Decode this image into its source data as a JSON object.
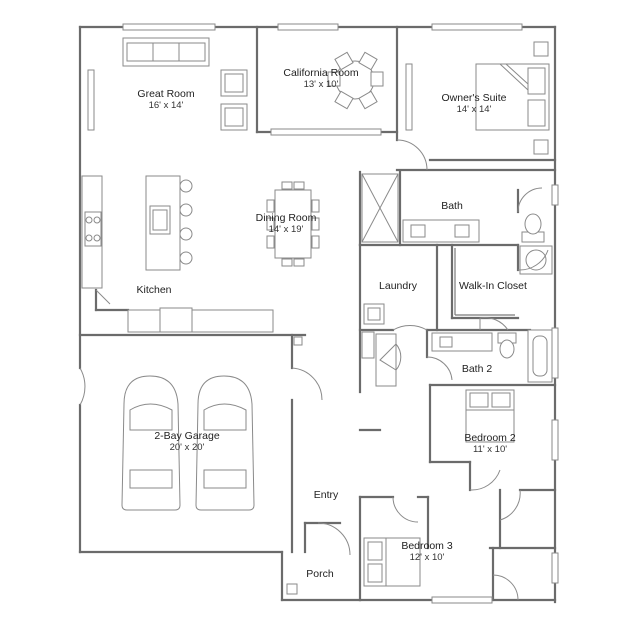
{
  "rooms": {
    "great_room": {
      "name": "Great Room",
      "size": "16' x 14'"
    },
    "california_room": {
      "name": "California Room",
      "size": "13' x 10'"
    },
    "owners_suite": {
      "name": "Owner's Suite",
      "size": "14' x 14'"
    },
    "bath": {
      "name": "Bath"
    },
    "dining_room": {
      "name": "Dining Room",
      "size": "14' x 19'"
    },
    "kitchen": {
      "name": "Kitchen"
    },
    "laundry": {
      "name": "Laundry"
    },
    "walk_in_closet": {
      "name": "Walk-In Closet"
    },
    "bath2": {
      "name": "Bath 2"
    },
    "garage": {
      "name": "2-Bay Garage",
      "size": "20' x 20'"
    },
    "bedroom2": {
      "name": "Bedroom 2",
      "size": "11' x 10'"
    },
    "entry": {
      "name": "Entry"
    },
    "bedroom3": {
      "name": "Bedroom 3",
      "size": "12' x 10'"
    },
    "porch": {
      "name": "Porch"
    }
  },
  "icons": {
    "car": "car-icon",
    "bed": "bed-icon",
    "sofa": "sofa-icon",
    "table": "dining-table-icon",
    "toilet": "toilet-icon",
    "bathtub": "bathtub-icon"
  }
}
